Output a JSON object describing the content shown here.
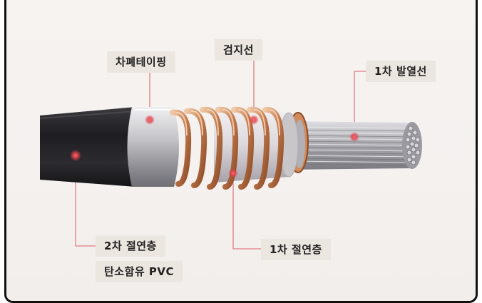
{
  "labels": {
    "tape": "차폐테이핑",
    "drain": "검지선",
    "heat": "1차 발열선",
    "outer_line1": "2차 절연층",
    "outer_line2": "탄소함유 PVC",
    "inner": "1차 절연층"
  },
  "colors": {
    "jacket": "#26262a",
    "foil": "#c8c8cc",
    "copper": "#c98a5e",
    "insulation": "#e4e2e6",
    "conductor": "#b8b8bc",
    "marker": "#e0404a",
    "leader": "#e27c84",
    "label_bg": "#ece6e1"
  }
}
